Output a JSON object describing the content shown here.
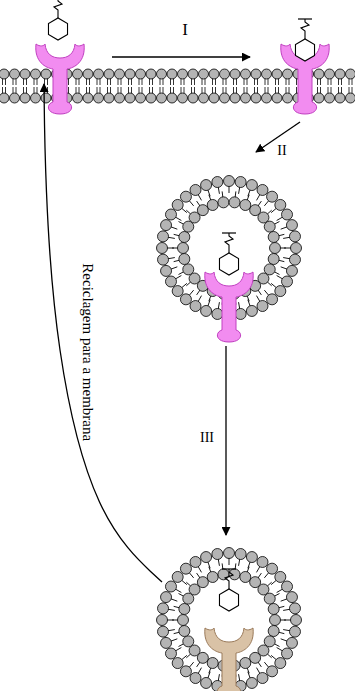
{
  "diagram": {
    "labels": [
      "I",
      "II",
      "III",
      "Reciclagem para a membrana"
    ]
  }
}
